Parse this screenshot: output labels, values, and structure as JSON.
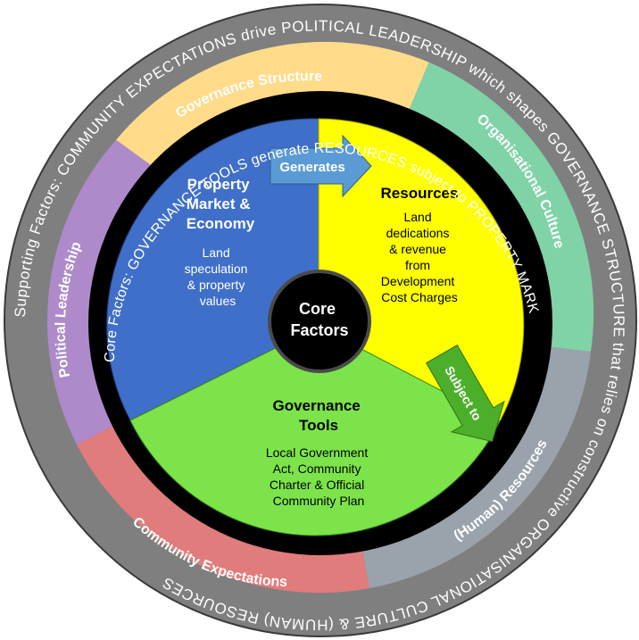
{
  "outer_ring_text": "Supporting Factors: COMMUNITY EXPECTATIONS drive POLITICAL LEADERSHIP which shapes GOVERNANCE STRUCTURE that relies on constructive ORGANISATIONAL CULTURE & (HUMAN) RESOURCES",
  "core_ring_text": "Core Factors: GOVERNANCE TOOLS generate RESOURCES subject to PROPERTY MARKET & ECONOMY",
  "supporting_segments": [
    {
      "label": "Governance Structure",
      "color": "#FFDB8A"
    },
    {
      "label": "Organisational Culture",
      "color": "#7FD3A6"
    },
    {
      "label": "(Human) Resources",
      "color": "#9AA3AB"
    },
    {
      "label": "Community Expectations",
      "color": "#E07C7C"
    },
    {
      "label": "Political Leadership",
      "color": "#AE8ACB"
    }
  ],
  "core_segments": {
    "property": {
      "title": "Property Market & Economy",
      "title_lines": [
        "Property",
        "Market &",
        "Economy"
      ],
      "desc_lines": [
        "Land",
        "speculation",
        "& property",
        "values"
      ],
      "color": "#3F6FC9"
    },
    "resources": {
      "title": "Resources",
      "desc_lines": [
        "Land",
        "dedications",
        "& revenue",
        "from",
        "Development",
        "Cost Charges"
      ],
      "color": "#FFFF00"
    },
    "governance": {
      "title_lines": [
        "Governance",
        "Tools"
      ],
      "desc_lines": [
        "Local Government",
        "Act, Community",
        "Charter & Official",
        "Community Plan"
      ],
      "color": "#7DE34A"
    }
  },
  "center": {
    "lines": [
      "Core",
      "Factors"
    ]
  },
  "arrows": {
    "generates": "Generates",
    "subject_to": "Subject to"
  },
  "colors": {
    "outer_ring": "#7F7F7F",
    "black_ring": "#000000"
  }
}
